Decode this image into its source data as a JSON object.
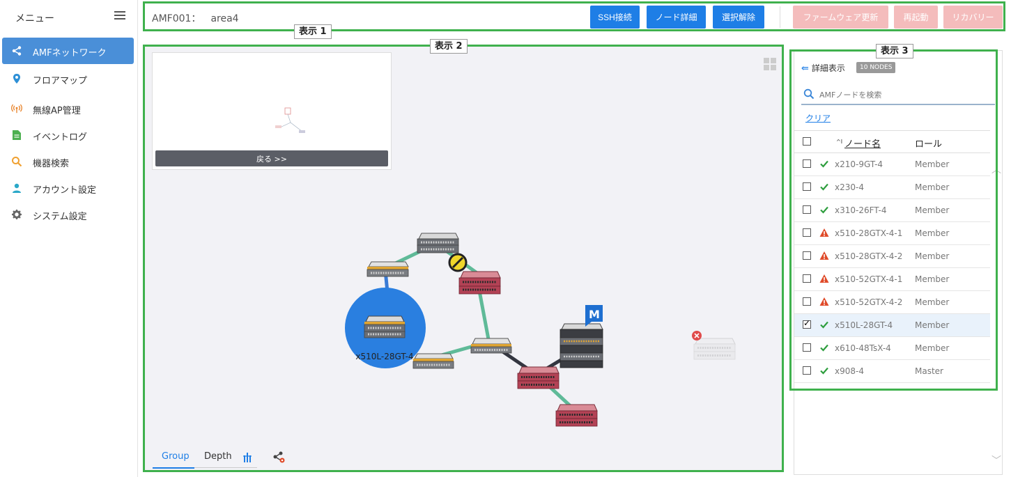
{
  "sidebar": {
    "title": "メニュー",
    "items": [
      {
        "label": "AMFネットワーク",
        "icon": "share-icon"
      },
      {
        "label": "フロアマップ",
        "icon": "map-pin-icon"
      },
      {
        "label": "無線AP管理",
        "icon": "wireless-icon"
      },
      {
        "label": "イベントログ",
        "icon": "document-icon"
      },
      {
        "label": "機器検索",
        "icon": "search-icon"
      },
      {
        "label": "アカウント設定",
        "icon": "user-icon"
      },
      {
        "label": "システム設定",
        "icon": "gear-icon"
      }
    ]
  },
  "toolbar": {
    "area_id": "AMF001：",
    "area_name": "area4",
    "buttons": [
      "SSH接続",
      "ノード詳細",
      "選択解除"
    ],
    "disabled_buttons": [
      "ファームウェア更新",
      "再起動",
      "リカバリー"
    ]
  },
  "labels": [
    "表示 1",
    "表示 2",
    "表示 3"
  ],
  "map": {
    "back_label": "戻る >>",
    "selected_node_label": "x510L-28GT-4",
    "master_badge": "M",
    "view_tabs": [
      "Group",
      "Depth"
    ]
  },
  "panel": {
    "header": "詳細表示",
    "badge": "10 NODES",
    "search_placeholder": "AMFノードを検索",
    "clear": "クリア",
    "col_sort": "^I",
    "col_name": "ノード名",
    "col_role": "ロール",
    "rows": [
      {
        "name": "x210-9GT-4",
        "role": "Member",
        "status": "ok",
        "checked": false
      },
      {
        "name": "x230-4",
        "role": "Member",
        "status": "ok",
        "checked": false
      },
      {
        "name": "x310-26FT-4",
        "role": "Member",
        "status": "ok",
        "checked": false
      },
      {
        "name": "x510-28GTX-4-1",
        "role": "Member",
        "status": "warning",
        "checked": false
      },
      {
        "name": "x510-28GTX-4-2",
        "role": "Member",
        "status": "warning",
        "checked": false
      },
      {
        "name": "x510-52GTX-4-1",
        "role": "Member",
        "status": "warning",
        "checked": false
      },
      {
        "name": "x510-52GTX-4-2",
        "role": "Member",
        "status": "warning",
        "checked": false
      },
      {
        "name": "x510L-28GT-4",
        "role": "Member",
        "status": "ok",
        "checked": true
      },
      {
        "name": "x610-48TsX-4",
        "role": "Member",
        "status": "ok",
        "checked": false
      },
      {
        "name": "x908-4",
        "role": "Master",
        "status": "ok",
        "checked": false
      }
    ]
  },
  "colors": {
    "accent": "#1e7ee6",
    "highlight": "#3fb14d",
    "warning": "#e04b2a",
    "ok": "#2e9e3e"
  }
}
